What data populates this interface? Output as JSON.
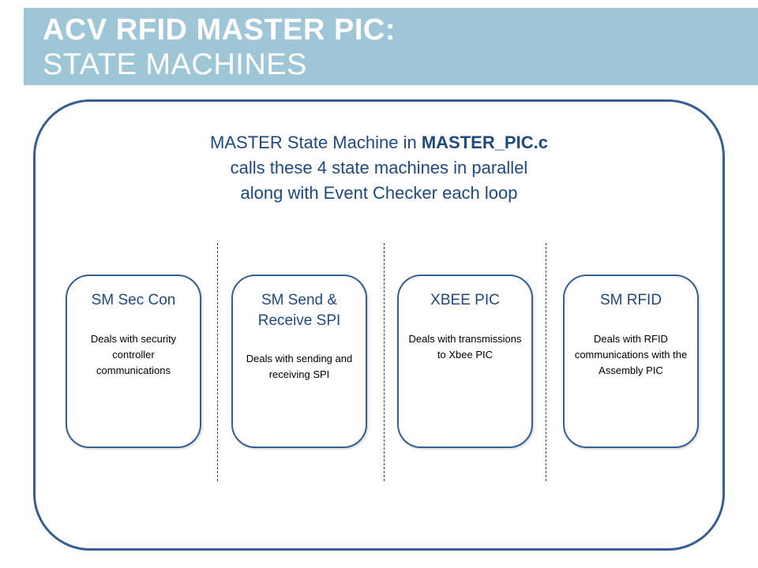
{
  "slide": {
    "header": {
      "title_line1": "ACV RFID MASTER PIC:",
      "title_line2": "STATE MACHINES",
      "bg_color": "#9fc6d6",
      "text_color": "#ffffff"
    },
    "main": {
      "border_color": "#365f91",
      "title_color": "#1f497d",
      "title": {
        "line1_pre": "MASTER State Machine in ",
        "line1_bold": "MASTER_PIC.c",
        "line2": "calls these 4 state machines in parallel",
        "line3": "along with Event Checker each loop"
      },
      "boxes": [
        {
          "title": "SM Sec Con",
          "body": "Deals with security controller communications"
        },
        {
          "title": "SM Send & Receive SPI",
          "body": "Deals with sending and receiving SPI"
        },
        {
          "title": "XBEE PIC",
          "body": "Deals with transmissions to Xbee PIC"
        },
        {
          "title": "SM RFID",
          "body": "Deals with RFID communications with the Assembly PIC"
        }
      ]
    }
  }
}
